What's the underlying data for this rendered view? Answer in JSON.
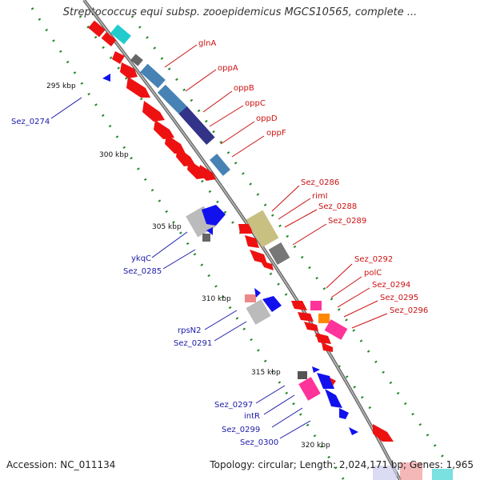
{
  "title": "Streptococcus equi subsp. zooepidemicus MGCS10565, complete ...",
  "accession": "Accession: NC_011134",
  "summary": "Topology: circular; Length: 2,024,171 bp; Genes: 1,965",
  "scale_labels": [
    "295 kbp",
    "300 kbp",
    "305 kbp",
    "310 kbp",
    "315 kbp",
    "320 kbp"
  ],
  "forward_genes": [
    "glnA",
    "oppA",
    "oppB",
    "oppC",
    "oppD",
    "oppF",
    "Sez_0286",
    "rimI",
    "Sez_0288",
    "Sez_0289",
    "Sez_0292",
    "polC",
    "Sez_0294",
    "Sez_0295",
    "Sez_0296"
  ],
  "reverse_genes": [
    "Sez_0274",
    "ykqC",
    "Sez_0285",
    "rpsN2",
    "Sez_0291",
    "Sez_0297",
    "intR",
    "Sez_0299",
    "Sez_0300"
  ],
  "colors": {
    "forward_cds": "#ee1111",
    "reverse_cds": "#1111ee",
    "backbone": "#888888",
    "tick_dots": "#228822",
    "steel_blue": "#4682b4",
    "cyan": "#22cccc",
    "pink": "#ff3399",
    "orange": "#ff8800",
    "khaki": "#c8c080",
    "gray": "#bbbbbb"
  }
}
